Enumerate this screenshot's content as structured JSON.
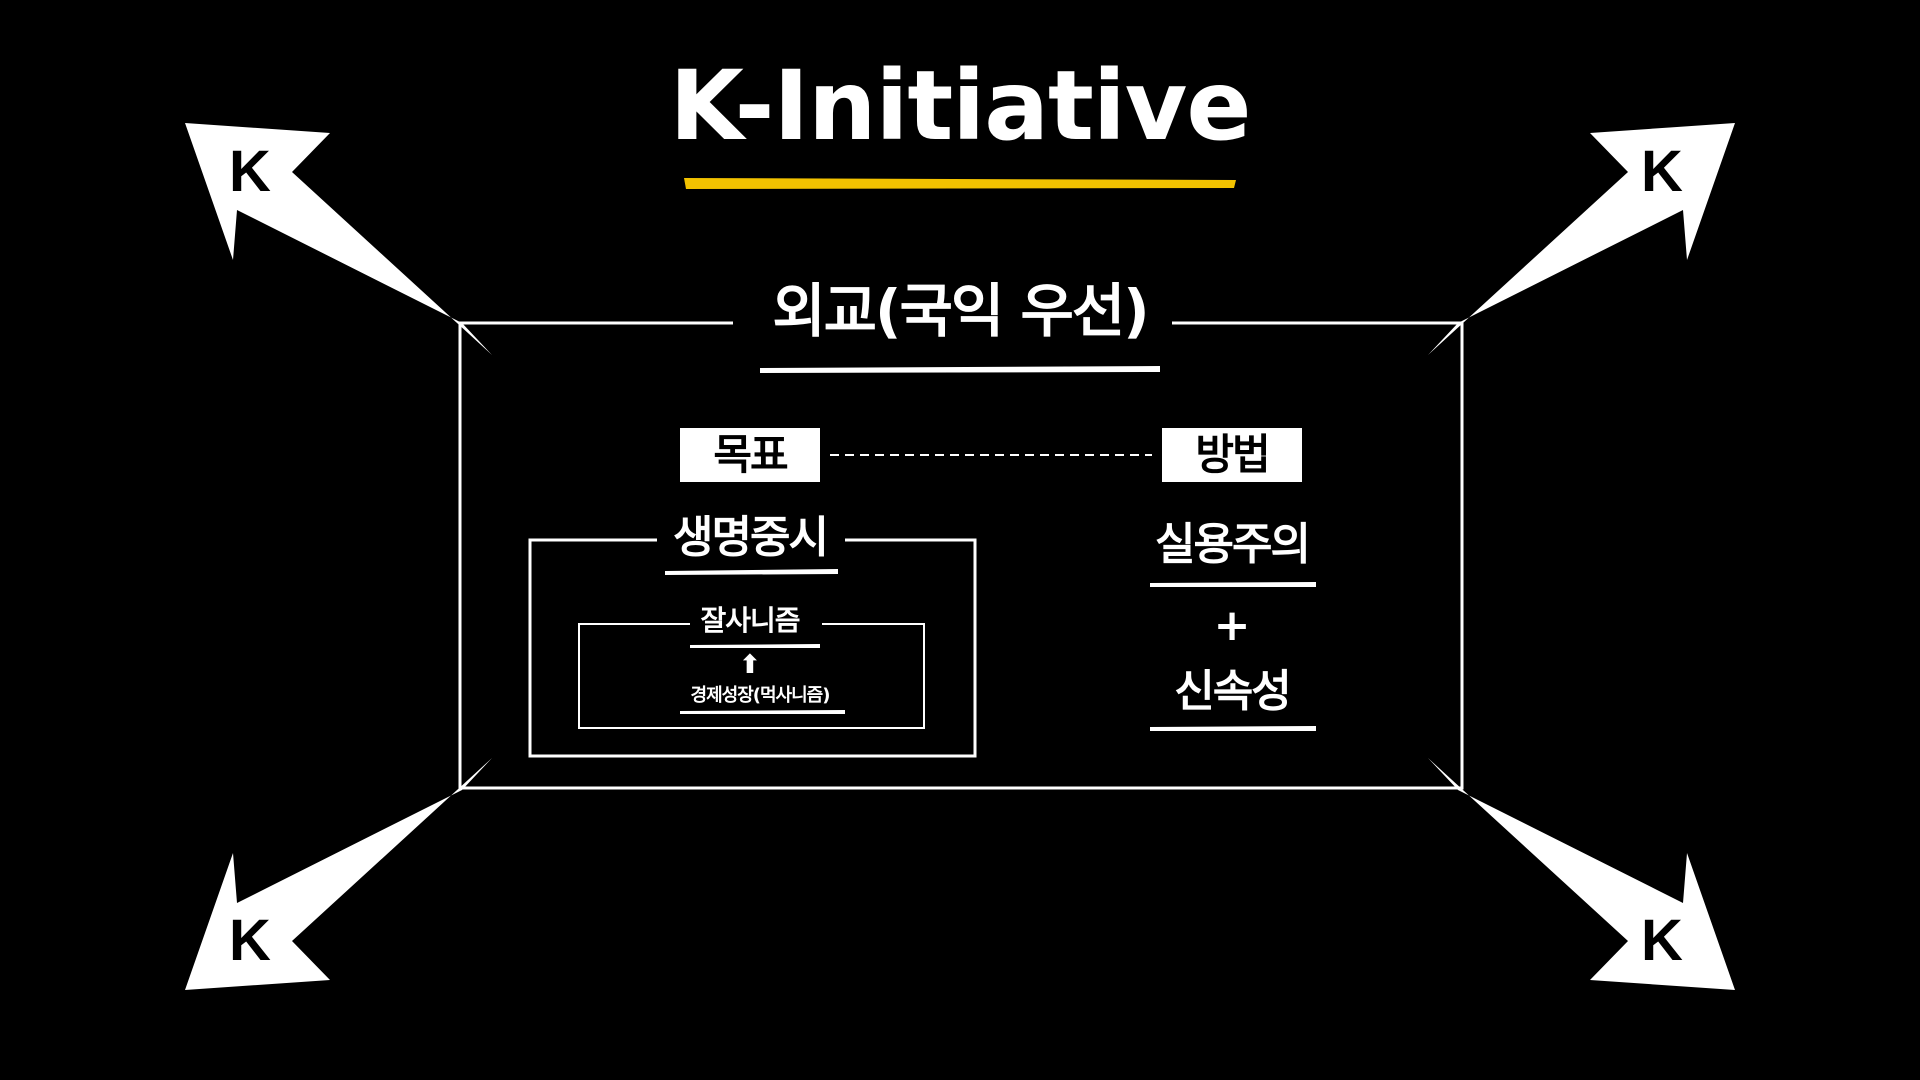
{
  "title": "K-Initiative",
  "frame_title": "외교(국익 우선)",
  "goal": {
    "label": "목표",
    "item": "생명중시",
    "sub_item": "잘사니즘",
    "arrow": "⬆",
    "base_item": "경제성장(먹사니즘)"
  },
  "method": {
    "label": "방법",
    "item1": "실용주의",
    "plus": "+",
    "item2": "신속성"
  },
  "corner_label": "K",
  "colors": {
    "background": "#000000",
    "foreground": "#ffffff",
    "accent": "#f2c200"
  }
}
